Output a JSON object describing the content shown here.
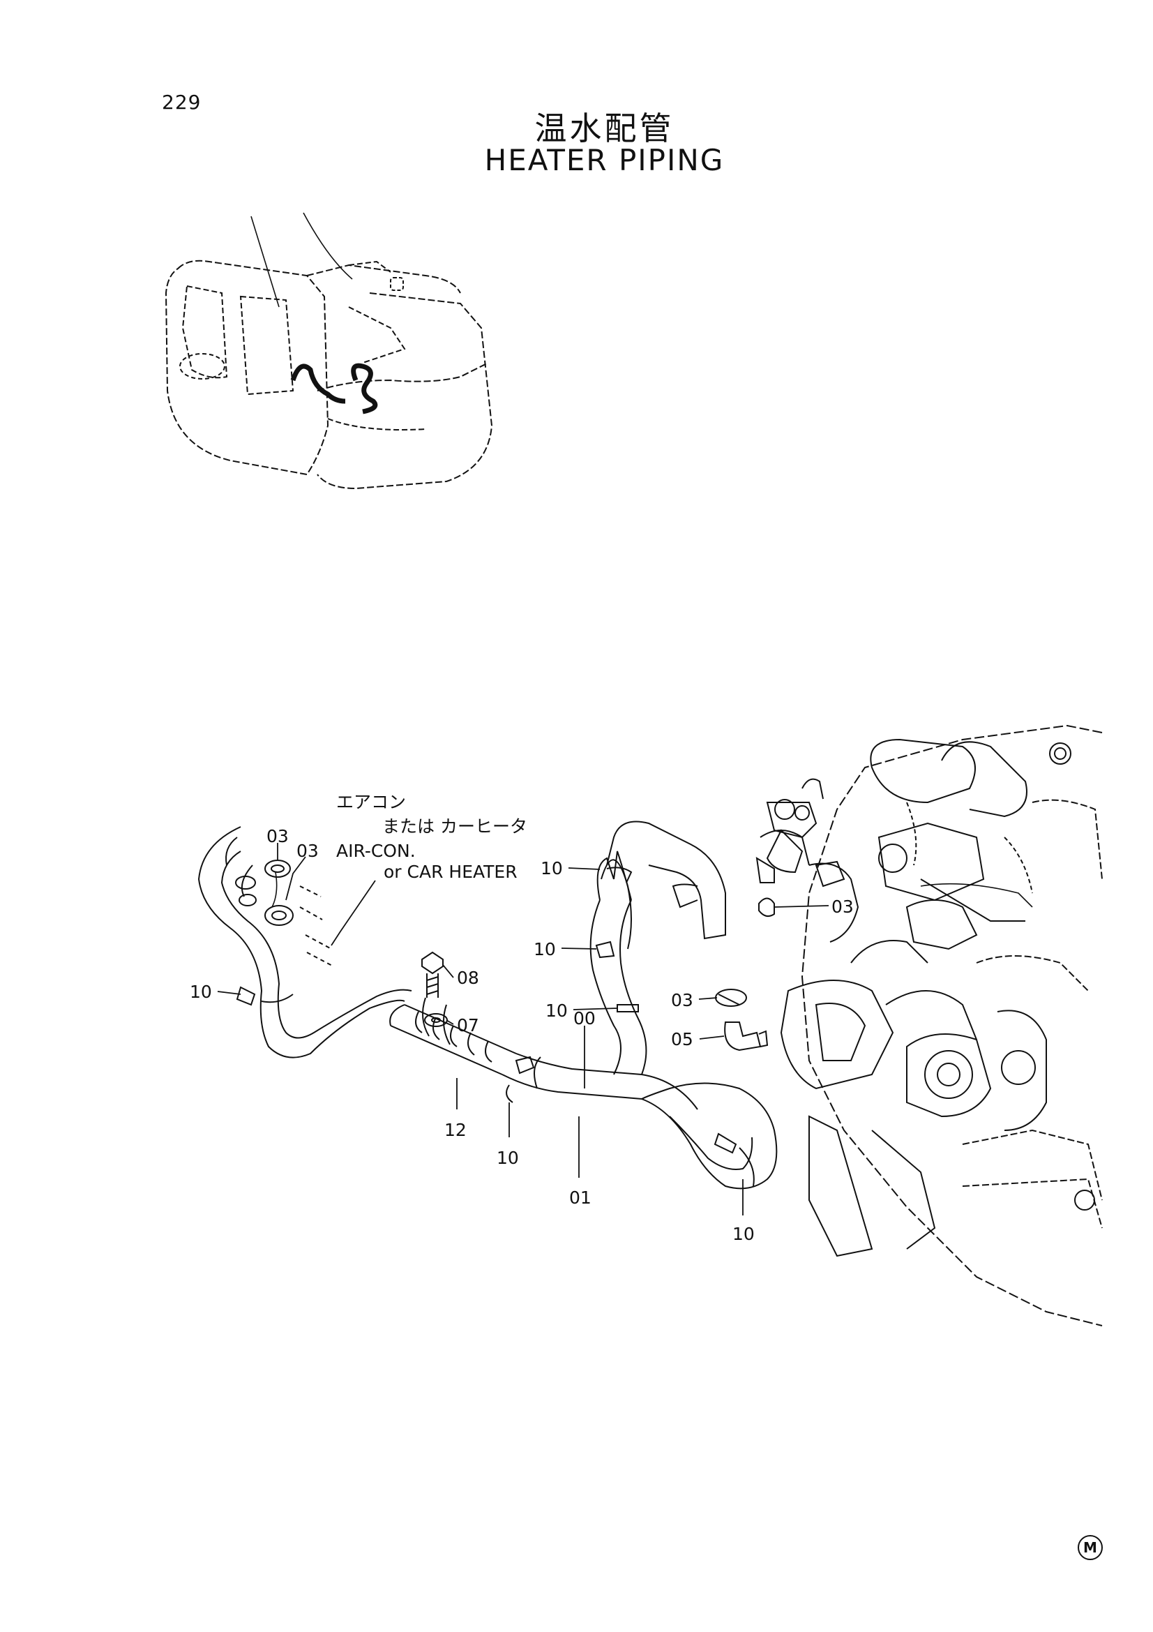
{
  "page": {
    "number": "229",
    "title_jp": "温水配管",
    "title_en": "HEATER PIPING",
    "corner_mark": "M"
  },
  "note": {
    "line1": "エアコン",
    "line2": "または カーヒータ",
    "line3": "AIR-CON.",
    "line4": "or CAR HEATER"
  },
  "callouts": [
    {
      "id": "c1",
      "label": "03"
    },
    {
      "id": "c2",
      "label": "03"
    },
    {
      "id": "c3",
      "label": "10"
    },
    {
      "id": "c4",
      "label": "08"
    },
    {
      "id": "c5",
      "label": "07"
    },
    {
      "id": "c6",
      "label": "12"
    },
    {
      "id": "c7",
      "label": "10"
    },
    {
      "id": "c8",
      "label": "00"
    },
    {
      "id": "c9",
      "label": "01"
    },
    {
      "id": "c10",
      "label": "10"
    },
    {
      "id": "c11",
      "label": "10"
    },
    {
      "id": "c12",
      "label": "10"
    },
    {
      "id": "c13",
      "label": "10"
    },
    {
      "id": "c14",
      "label": "03"
    },
    {
      "id": "c15",
      "label": "03"
    },
    {
      "id": "c16",
      "label": "05"
    }
  ]
}
